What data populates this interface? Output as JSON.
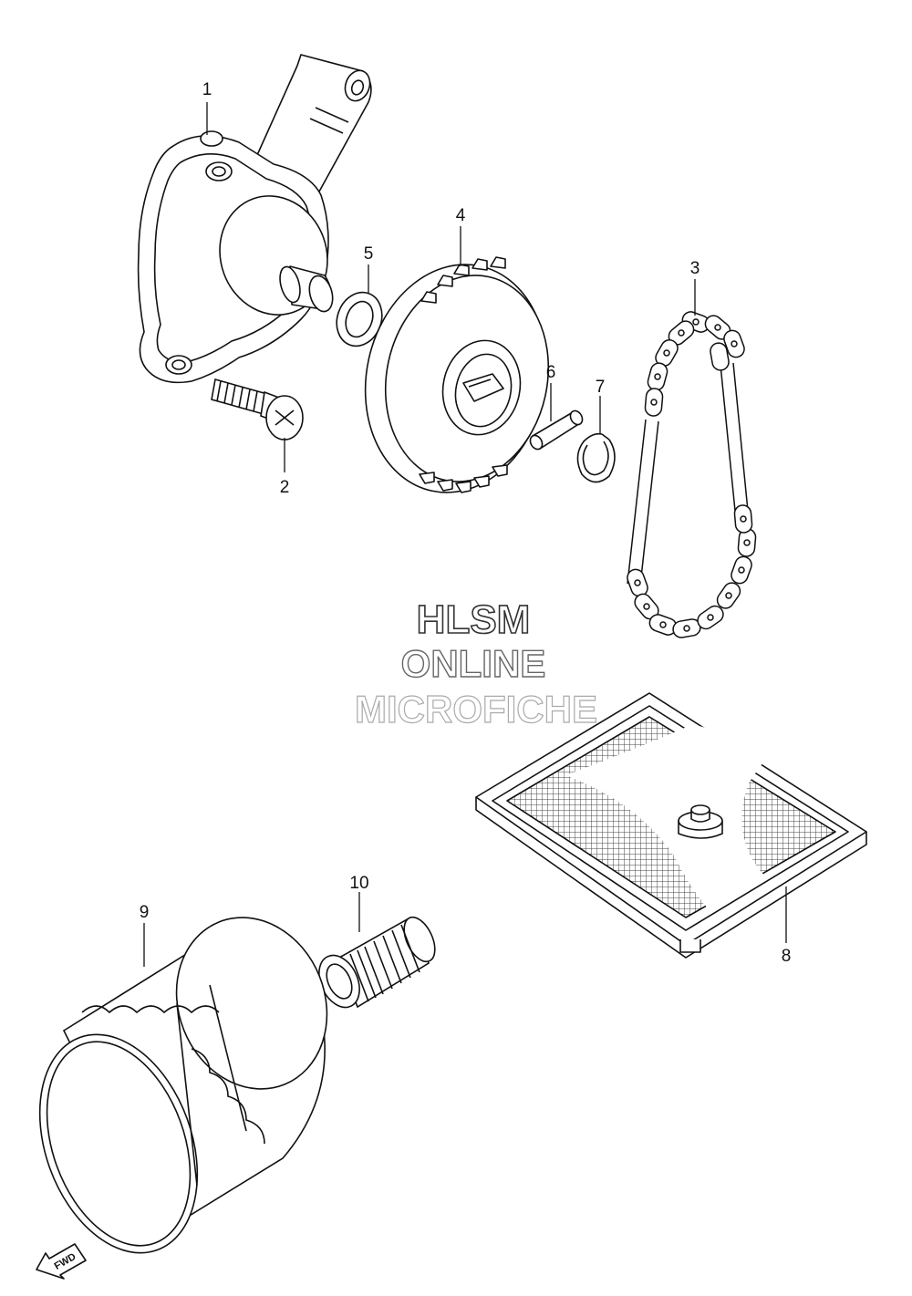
{
  "callouts": {
    "c1": "1",
    "c2": "2",
    "c3": "3",
    "c4": "4",
    "c5": "5",
    "c6": "6",
    "c7": "7",
    "c8": "8",
    "c9": "9",
    "c10": "10"
  },
  "watermark": {
    "line1": "HLSM",
    "line2": "ONLINE",
    "line3": "MICROFICHE"
  },
  "fwd_label": "FWD",
  "colors": {
    "ink": "#111111",
    "mesh": "#444444",
    "watermark_dark": "#333333",
    "watermark_mid": "#666666",
    "watermark_light": "#aaaaaa"
  }
}
